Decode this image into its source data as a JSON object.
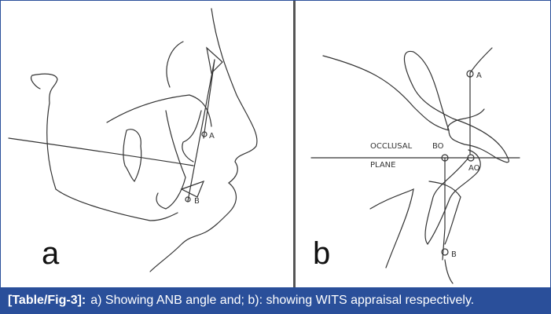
{
  "figure": {
    "panel_a": {
      "label": "a",
      "landmarks": [
        "A",
        "B"
      ]
    },
    "panel_b": {
      "label": "b",
      "landmarks": [
        "A",
        "B",
        "BO",
        "AO"
      ],
      "occlusal_label_1": "OCCLUSAL",
      "occlusal_label_2": "PLANE"
    },
    "caption": {
      "tag": "[Table/Fig-3]:",
      "text": "a) Showing ANB angle and; b): showing WITS appraisal respectively."
    },
    "colors": {
      "caption_bg": "#2a4f9a",
      "caption_text": "#ffffff"
    }
  }
}
